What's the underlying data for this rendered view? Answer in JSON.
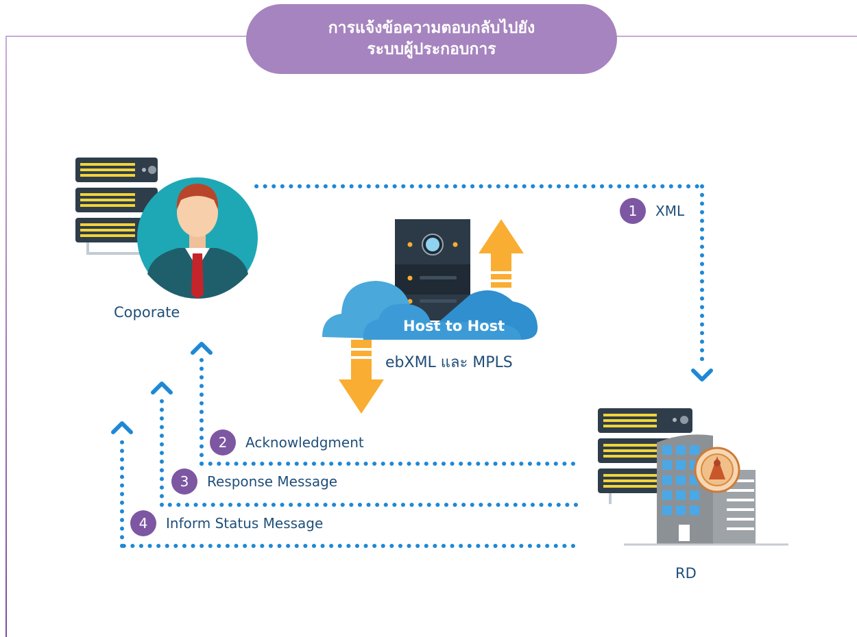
{
  "title": {
    "line1": "การแจ้งข้อความตอบกลับไปยัง",
    "line2": "ระบบผู้ประกอบการ"
  },
  "nodes": {
    "corporate": "Coporate",
    "rd": "RD",
    "host": "Host to Host",
    "channel": "ebXML และ MPLS"
  },
  "steps": [
    {
      "number": "1",
      "label": "XML"
    },
    {
      "number": "2",
      "label": "Acknowledgment"
    },
    {
      "number": "3",
      "label": "Response Message"
    },
    {
      "number": "4",
      "label": "Inform Status Message"
    }
  ],
  "colors": {
    "dots": "#1e88d6",
    "badge": "#7e57a3",
    "arrow": "#f9ad32",
    "title": "#a684bf",
    "text": "#1f4e79"
  }
}
